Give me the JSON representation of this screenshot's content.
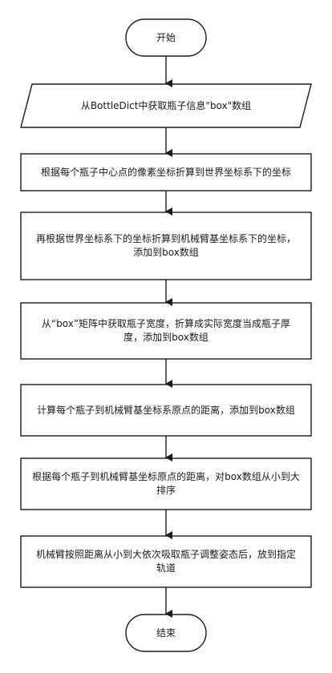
{
  "flowchart": {
    "nodes": [
      {
        "id": "start",
        "shape": "terminal",
        "text": "开始"
      },
      {
        "id": "get-box",
        "shape": "parallelogram",
        "text": "从BottleDict中获取瓶子信息\"box\"数组"
      },
      {
        "id": "convert-world",
        "shape": "process",
        "text": "根据每个瓶子中心点的像素坐标折算到世界坐标系下的坐标"
      },
      {
        "id": "convert-arm",
        "shape": "process",
        "text": "再根据世界坐标系下的坐标折算到机械臂基坐标系下的坐标，添加到box数组"
      },
      {
        "id": "thickness",
        "shape": "process",
        "text": "从“box”矩阵中获取瓶子宽度，折算成实际宽度当成瓶子厚度，添加到box数组"
      },
      {
        "id": "distance",
        "shape": "process",
        "text": "计算每个瓶子到机械臂基坐标系原点的距离，添加到box数组"
      },
      {
        "id": "sort",
        "shape": "process",
        "text": "根据每个瓶子到机械臂基坐标原点的距离，对box数组从小到大排序"
      },
      {
        "id": "pick",
        "shape": "process",
        "text": "机械臂按照距离从小到大依次吸取瓶子调整姿态后，放到指定轨道"
      },
      {
        "id": "end",
        "shape": "terminal",
        "text": "结束"
      }
    ]
  }
}
